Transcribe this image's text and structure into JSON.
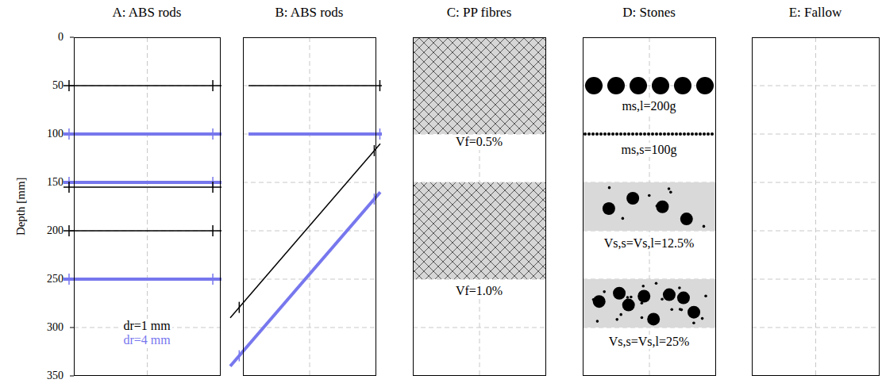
{
  "diagram": {
    "nodes": [
      {
        "text": [
          "A: ABS rods",
          "dr=1 mm",
          "dr=4 mm"
        ]
      },
      {
        "text": [
          "B: ABS rods"
        ]
      },
      {
        "text": [
          "C: PP fibres",
          "Vf=0.5%",
          "Vf=1.0%"
        ]
      },
      {
        "text": [
          "D: Stones",
          "ms,l=200g",
          "ms,s=100g",
          "Vs,s=Vs,l=12.5%",
          "Vs,s=Vs,l=25%"
        ]
      },
      {
        "text": [
          "E: Fallow"
        ]
      }
    ],
    "labels": [
      "Depth [mm]",
      "0",
      "50",
      "100",
      "150",
      "200",
      "250",
      "300",
      "350"
    ]
  }
}
